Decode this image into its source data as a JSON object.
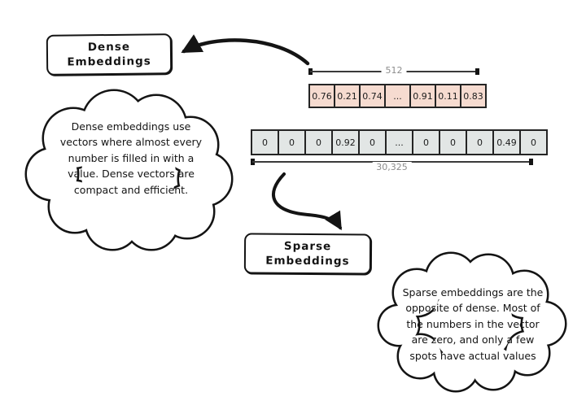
{
  "diagram": {
    "dense_box": {
      "line1": "Dense",
      "line2": "Embeddings"
    },
    "dense_cloud": {
      "text": "Dense embeddings use vectors where almost every number is filled in with a value. Dense vectors are compact and efficient."
    },
    "sparse_box": {
      "line1": "Sparse",
      "line2": "Embeddings"
    },
    "sparse_cloud": {
      "text": "Sparse embeddings are the opposite of dense. Most of the numbers in the vector are zero, and only a few spots have actual values"
    },
    "dense_vector": {
      "dimension_label": "512",
      "cells": [
        "0.76",
        "0.21",
        "0.74",
        "...",
        "0.91",
        "0.11",
        "0.83"
      ],
      "cell_color": "#f6dbd0"
    },
    "sparse_vector": {
      "dimension_label": "30,325",
      "cells": [
        "0",
        "0",
        "0",
        "0.92",
        "0",
        "...",
        "0",
        "0",
        "0",
        "0.49",
        "0"
      ],
      "cell_color": "#e2e6e5"
    },
    "colors": {
      "stroke": "#141414",
      "dimension_label": "#8d8d8d",
      "background": "#ffffff"
    }
  }
}
